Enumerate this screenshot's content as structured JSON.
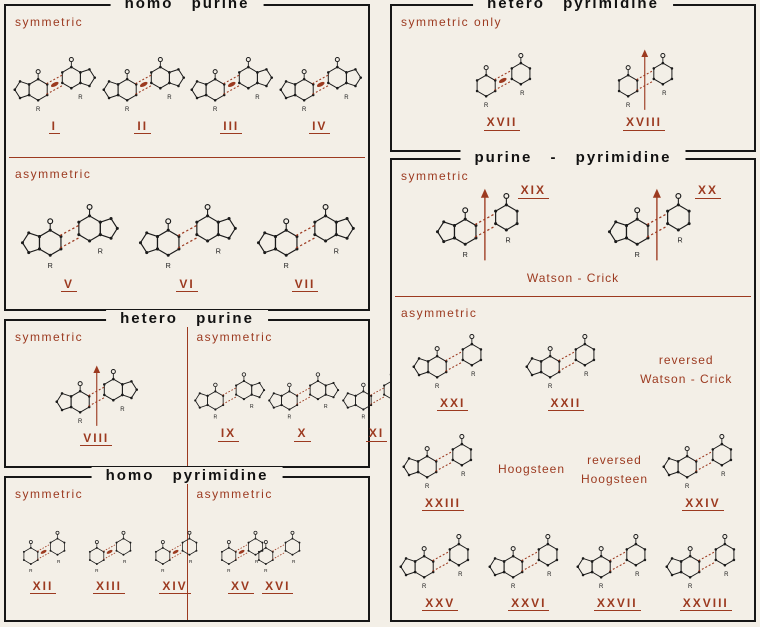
{
  "accent": "#9c3a20",
  "paper": "#f3efe7",
  "substituent": "R",
  "panels": {
    "homo_purine": {
      "title": "homo purine",
      "symmetric": {
        "label": "symmetric",
        "items": [
          {
            "label": "I",
            "type": "pupu",
            "sym": "lens"
          },
          {
            "label": "II",
            "type": "pupu",
            "sym": "lens"
          },
          {
            "label": "III",
            "type": "pupu",
            "sym": "lens"
          },
          {
            "label": "IV",
            "type": "pupu",
            "sym": "lens"
          }
        ]
      },
      "asymmetric": {
        "label": "asymmetric",
        "items": [
          {
            "label": "V",
            "type": "pupu",
            "sym": "none"
          },
          {
            "label": "VI",
            "type": "pupu",
            "sym": "none"
          },
          {
            "label": "VII",
            "type": "pupu",
            "sym": "none"
          }
        ]
      }
    },
    "hetero_purine": {
      "title": "hetero purine",
      "symmetric": {
        "label": "symmetric",
        "items": [
          {
            "label": "VIII",
            "type": "pupu",
            "sym": "arrow"
          }
        ]
      },
      "asymmetric": {
        "label": "asymmetric",
        "items": [
          {
            "label": "IX",
            "type": "pupu",
            "sym": "none"
          },
          {
            "label": "X",
            "type": "pupu",
            "sym": "none"
          },
          {
            "label": "XI",
            "type": "pupu",
            "sym": "none"
          }
        ]
      }
    },
    "homo_pyrimidine": {
      "title": "homo pyrimidine",
      "symmetric": {
        "label": "symmetric",
        "items": [
          {
            "label": "XII",
            "type": "pypy",
            "sym": "lens"
          },
          {
            "label": "XIII",
            "type": "pypy",
            "sym": "lens"
          },
          {
            "label": "XIV",
            "type": "pypy",
            "sym": "lens"
          },
          {
            "label": "XV",
            "type": "pypy",
            "sym": "lens"
          }
        ]
      },
      "asymmetric": {
        "label": "asymmetric",
        "items": [
          {
            "label": "XVI",
            "type": "pypy",
            "sym": "none"
          }
        ]
      }
    },
    "hetero_pyrimidine": {
      "title": "hetero pyrimidine",
      "symmetric_only": {
        "label": "symmetric only",
        "items": [
          {
            "label": "XVII",
            "type": "pypy",
            "sym": "lens"
          },
          {
            "label": "XVIII",
            "type": "pypy",
            "sym": "arrow"
          }
        ]
      }
    },
    "purine_pyrimidine": {
      "title": "purine - pyrimidine",
      "symmetric": {
        "label": "symmetric",
        "caption": "Watson - Crick",
        "items": [
          {
            "label": "XIX",
            "type": "pupy",
            "sym": "arrow",
            "label_pos": "top"
          },
          {
            "label": "XX",
            "type": "pupy",
            "sym": "arrow",
            "label_pos": "top"
          }
        ]
      },
      "asymmetric": {
        "label": "asymmetric",
        "rows": [
          [
            {
              "label": "XXI",
              "type": "pupy",
              "sym": "none"
            },
            {
              "label": "XXII",
              "type": "pupy",
              "sym": "none"
            },
            {
              "caption": [
                "reversed",
                "Watson - Crick"
              ]
            }
          ],
          [
            {
              "label": "XXIII",
              "type": "pupy",
              "sym": "none"
            },
            {
              "caption": [
                "Hoogsteen"
              ]
            },
            {
              "caption": [
                "reversed",
                "Hoogsteen"
              ]
            },
            {
              "label": "XXIV",
              "type": "pupy",
              "sym": "none"
            }
          ],
          [
            {
              "label": "XXV",
              "type": "pupy",
              "sym": "none"
            },
            {
              "label": "XXVI",
              "type": "pupy",
              "sym": "none"
            },
            {
              "label": "XXVII",
              "type": "pupy",
              "sym": "none"
            },
            {
              "label": "XXVIII",
              "type": "pupy",
              "sym": "none"
            }
          ]
        ]
      }
    }
  }
}
